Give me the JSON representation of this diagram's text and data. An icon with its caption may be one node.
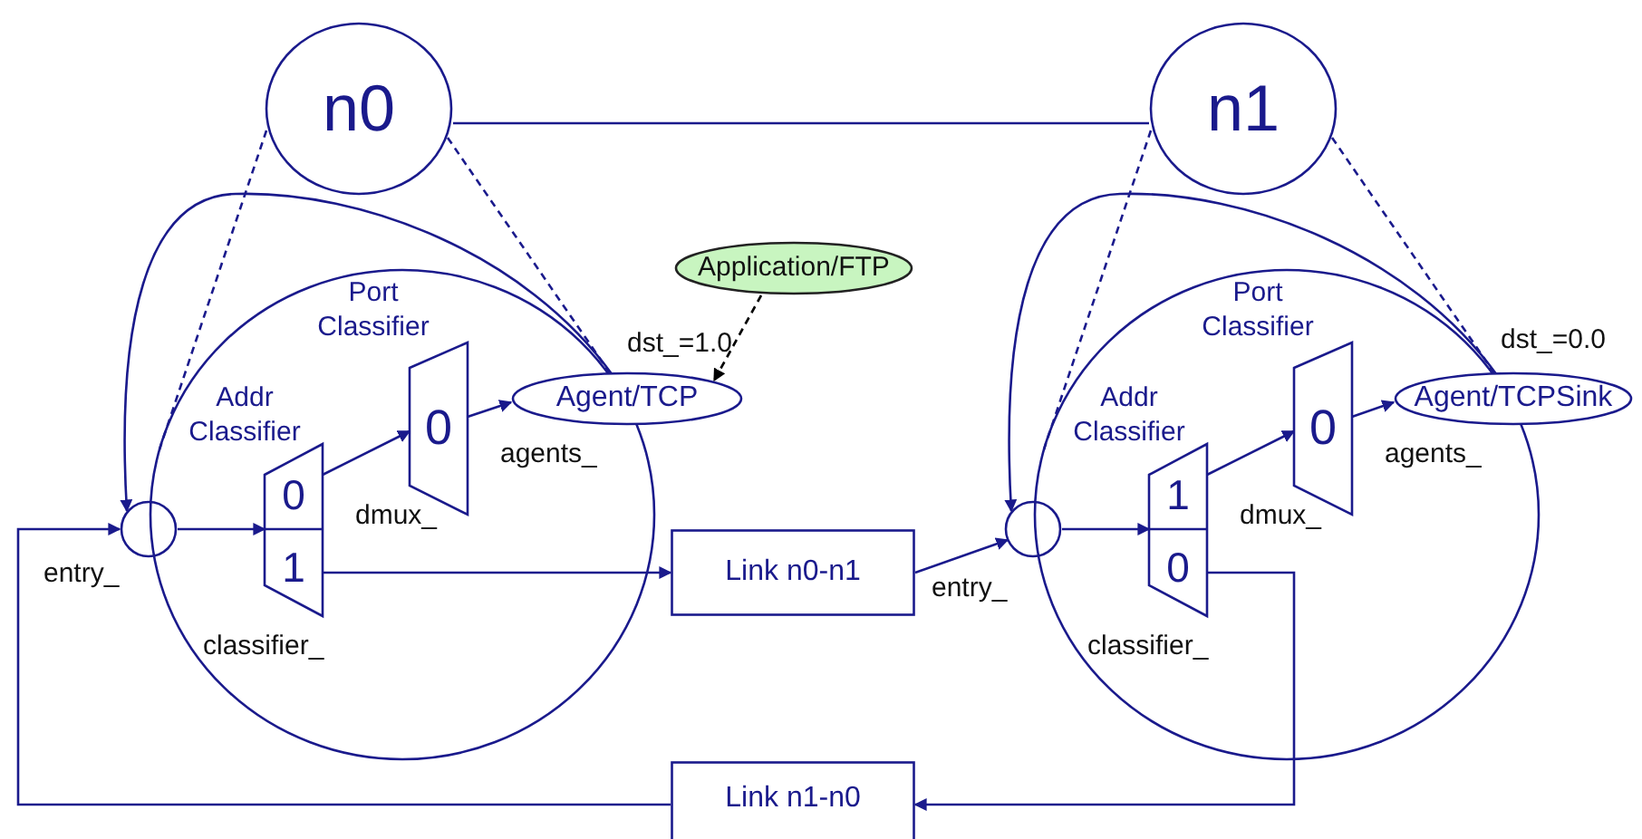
{
  "diagram": {
    "nodes": [
      {
        "text": [
          "n0"
        ]
      },
      {
        "text": [],
        "shape": "circle"
      },
      {
        "text": [],
        "shape": "circle",
        "beside": [
          "entry_"
        ]
      },
      {
        "text": [
          "Addr Classifier",
          "0",
          "1"
        ],
        "beside": [
          "classifier_"
        ],
        "in": 1
      },
      {
        "text": [
          "Port Classifier",
          "0"
        ],
        "beside": [
          "dmux_"
        ],
        "in": 1
      },
      {
        "text": [
          "Agent/TCP"
        ],
        "beside": [
          "dst_=1.0",
          "agents_"
        ]
      },
      {
        "text": [
          "Application/FTP"
        ]
      },
      {
        "text": [
          "Link n0-n1"
        ]
      },
      {
        "text": [
          "Link n1-n0"
        ]
      },
      {
        "text": [
          "n1"
        ]
      },
      {
        "text": [],
        "shape": "circle"
      },
      {
        "text": [],
        "shape": "circle",
        "beside": [
          "entry_"
        ]
      },
      {
        "text": [
          "Addr Classifier",
          "1",
          "0"
        ],
        "beside": [
          "classifier_"
        ],
        "in": 10
      },
      {
        "text": [
          "Port Classifier",
          "0"
        ],
        "beside": [
          "dmux_"
        ],
        "in": 10
      },
      {
        "text": [
          "Agent/TCPSink"
        ],
        "beside": [
          "dst_=0.0",
          "agents_"
        ]
      }
    ],
    "edges": [
      {
        "from": 0,
        "to": 9,
        "arrow": "none"
      },
      {
        "from": 0,
        "to": 1,
        "arrow": "none",
        "style": "dashed"
      },
      {
        "from": 0,
        "to": 1,
        "arrow": "none",
        "style": "dashed"
      },
      {
        "from": 5,
        "to": 2,
        "arrow": "to"
      },
      {
        "from": 2,
        "to": 3,
        "arrow": "to"
      },
      {
        "from": 3,
        "to": 4,
        "arrow": "to"
      },
      {
        "from": 4,
        "to": 5,
        "arrow": "to"
      },
      {
        "from": 3,
        "to": 7,
        "arrow": "to"
      },
      {
        "from": 6,
        "to": 5,
        "arrow": "to",
        "style": "dashed",
        "color": "#000000"
      },
      {
        "from": 7,
        "to": 11,
        "arrow": "to"
      },
      {
        "from": 12,
        "to": 8,
        "arrow": "to"
      },
      {
        "from": 8,
        "to": 2,
        "arrow": "to"
      },
      {
        "from": 9,
        "to": 10,
        "arrow": "none",
        "style": "dashed"
      },
      {
        "from": 9,
        "to": 10,
        "arrow": "none",
        "style": "dashed"
      },
      {
        "from": 14,
        "to": 11,
        "arrow": "to"
      },
      {
        "from": 11,
        "to": 12,
        "arrow": "to"
      },
      {
        "from": 12,
        "to": 13,
        "arrow": "to"
      },
      {
        "from": 13,
        "to": 14,
        "arrow": "to"
      }
    ]
  }
}
